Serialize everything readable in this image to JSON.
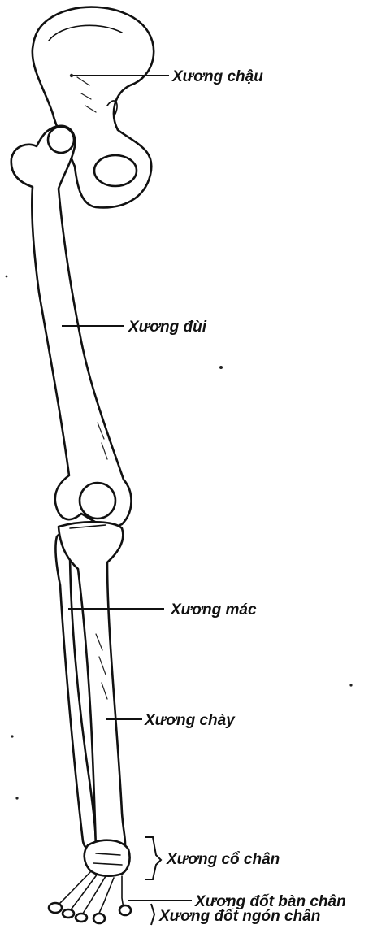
{
  "labels": {
    "hip": "Xương chậu",
    "femur": "Xương đùi",
    "fibula": "Xương mác",
    "tibia": "Xương chày",
    "tarsal": "Xương cổ chân",
    "metatarsal": "Xương đốt bàn chân",
    "phalanges": "Xương đốt ngón chân"
  },
  "colors": {
    "ink": "#111111",
    "background": "#ffffff"
  }
}
